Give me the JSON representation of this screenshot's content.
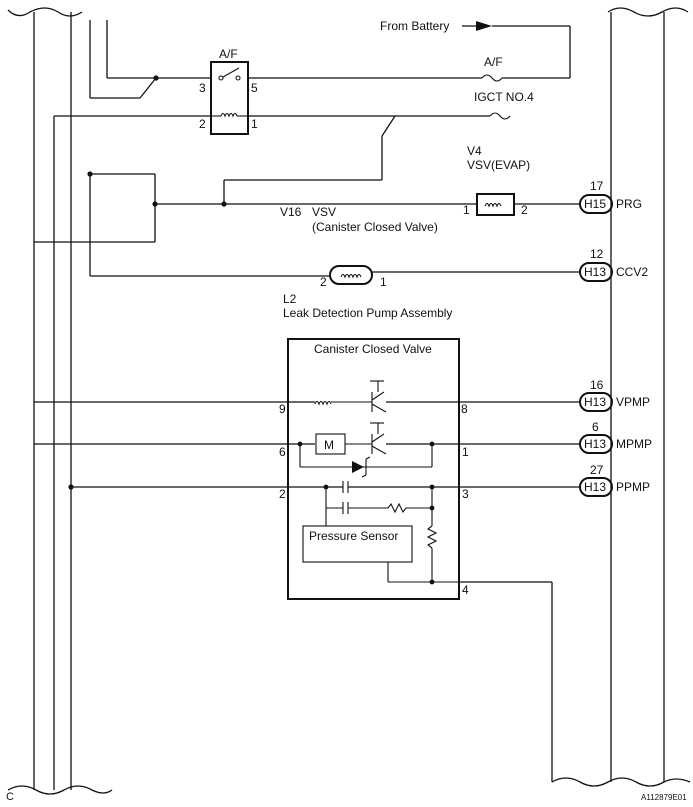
{
  "battery_label": "From Battery",
  "relay": {
    "title": "A/F",
    "pins": {
      "p3": "3",
      "p5": "5",
      "p2": "2",
      "p1": "1"
    }
  },
  "fuses": {
    "af": "A/F",
    "igct": "IGCT NO.4"
  },
  "vsv_evap": {
    "ref": "V4",
    "name": "VSV(EVAP)",
    "pin_left": "1",
    "pin_right": "2"
  },
  "vsv_ccv": {
    "ref": "V16",
    "name": "VSV",
    "desc": "(Canister Closed Valve)",
    "pin_left": "2",
    "pin_right": "1"
  },
  "pump": {
    "ref": "L2",
    "name": "Leak Detection Pump Assembly",
    "box_title": "Canister Closed Valve",
    "pins": {
      "p9": "9",
      "p8": "8",
      "p6": "6",
      "p1": "1",
      "p2": "2",
      "p3": "3",
      "p4": "4"
    },
    "motor": "M",
    "sensor": "Pressure Sensor"
  },
  "ecu_terminals": [
    {
      "pin": "17",
      "conn": "H15",
      "signal": "PRG"
    },
    {
      "pin": "12",
      "conn": "H13",
      "signal": "CCV2"
    },
    {
      "pin": "16",
      "conn": "H13",
      "signal": "VPMP"
    },
    {
      "pin": "6",
      "conn": "H13",
      "signal": "MPMP"
    },
    {
      "pin": "27",
      "conn": "H13",
      "signal": "PPMP"
    }
  ],
  "corner_label": "C",
  "figure_id": "A112879E01"
}
